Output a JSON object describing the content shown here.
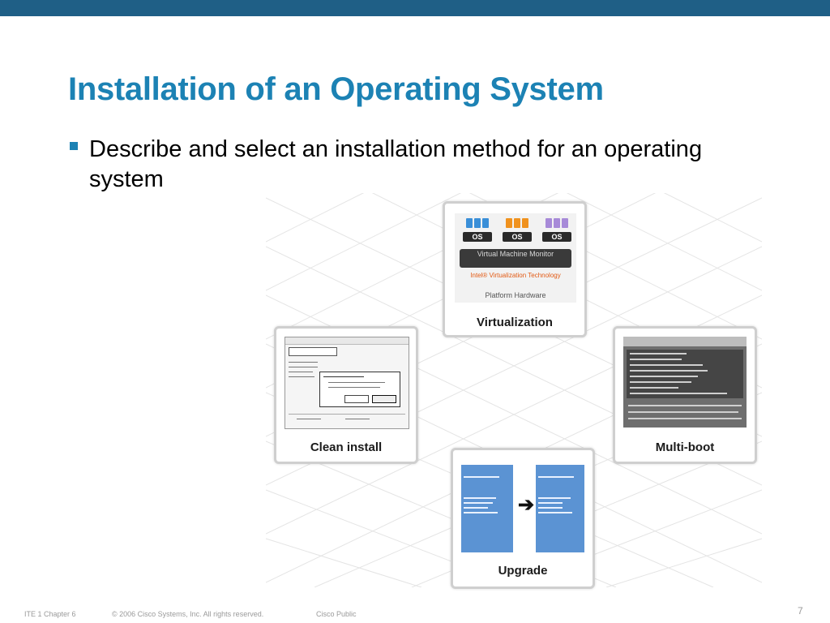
{
  "slide": {
    "title": "Installation of an Operating System",
    "bullet": "Describe and select an installation method for an operating system"
  },
  "diagram": {
    "virtualization": {
      "caption": "Virtualization",
      "os_labels": [
        "OS",
        "OS",
        "OS"
      ],
      "monitor_label": "Virtual Machine Monitor",
      "intel_label": "Intel® Virtualization Technology",
      "platform_label": "Platform Hardware"
    },
    "clean_install": {
      "caption": "Clean install"
    },
    "multi_boot": {
      "caption": "Multi-boot"
    },
    "upgrade": {
      "caption": "Upgrade"
    }
  },
  "footer": {
    "chapter": "ITE 1 Chapter 6",
    "copyright": "© 2006 Cisco Systems, Inc. All rights reserved.",
    "classification": "Cisco Public",
    "page_number": "7"
  },
  "colors": {
    "top_bar": "#1f5f86",
    "title": "#1c82b4",
    "bullet": "#1c82b4",
    "upgrade_panel": "#5b93d3"
  }
}
